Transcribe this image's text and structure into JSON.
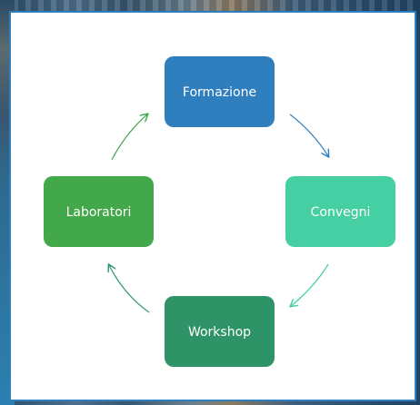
{
  "diagram": {
    "nodes": [
      {
        "id": "formazione",
        "label": "Formazione",
        "color": "#2f7fbf"
      },
      {
        "id": "convegni",
        "label": "Convegni",
        "color": "#45cfa3"
      },
      {
        "id": "workshop",
        "label": "Workshop",
        "color": "#2e9467"
      },
      {
        "id": "laboratori",
        "label": "Laboratori",
        "color": "#43a84a"
      }
    ],
    "cycle": [
      "formazione",
      "convegni",
      "workshop",
      "laboratori"
    ]
  }
}
